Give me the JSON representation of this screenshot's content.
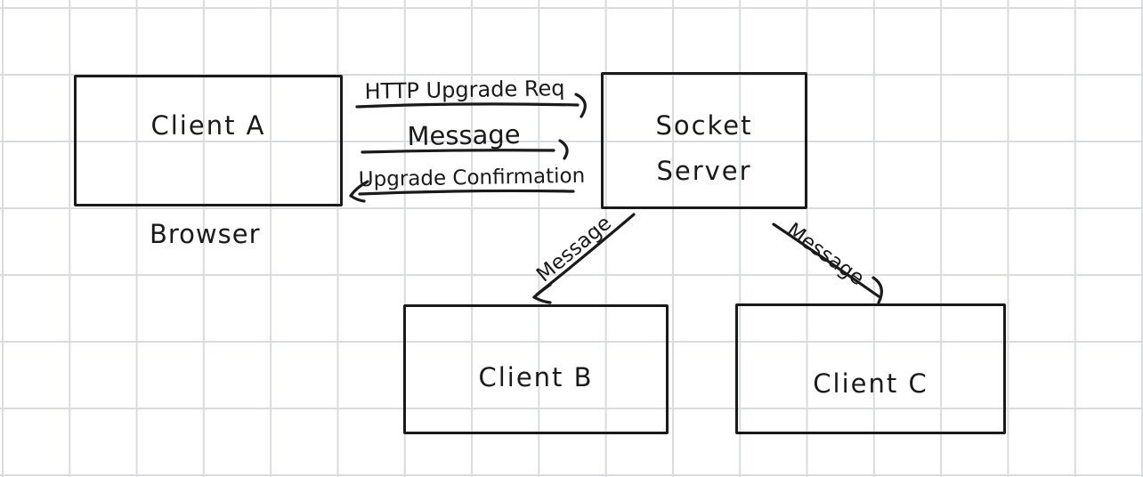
{
  "diagram": {
    "colors": {
      "background": "#ffffff",
      "grid": "#d9dbde",
      "stroke": "#1a1a1a"
    },
    "nodes": {
      "client_a": {
        "label": "Client A"
      },
      "socket_server": {
        "line1": "Socket",
        "line2": "Server"
      },
      "client_b": {
        "label": "Client B"
      },
      "client_c": {
        "label": "Client C"
      }
    },
    "caption": {
      "browser": "Browser"
    },
    "edges": {
      "http_upgrade_req": {
        "label": "HTTP Upgrade Req",
        "direction": "right"
      },
      "message_a_server": {
        "label": "Message",
        "direction": "right"
      },
      "upgrade_confirmation": {
        "label": "Upgrade Confirmation",
        "direction": "left"
      },
      "message_b": {
        "label": "Message",
        "direction": "down-left"
      },
      "message_c": {
        "label": "Message",
        "direction": "down-right"
      }
    }
  }
}
